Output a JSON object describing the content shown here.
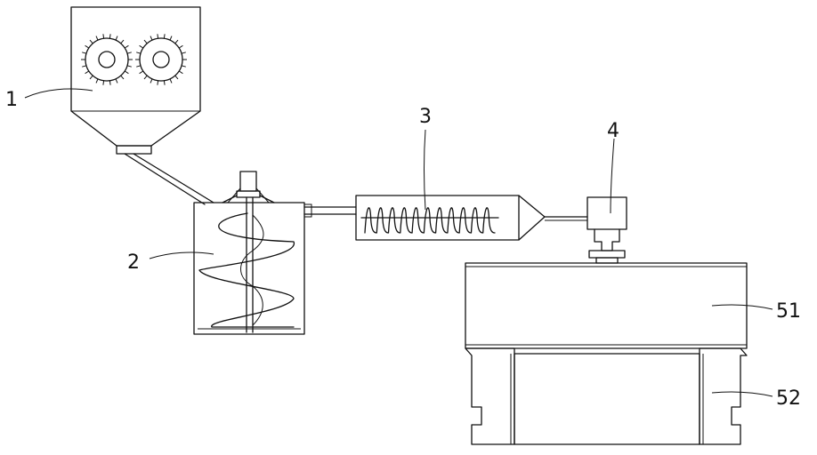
{
  "labels": {
    "crusher": "1",
    "mixer": "2",
    "screw_conveyor": "3",
    "hopper": "4",
    "upper_block": "51",
    "lower_block": "52"
  },
  "colors": {
    "line": "#111111",
    "background": "#ffffff"
  }
}
